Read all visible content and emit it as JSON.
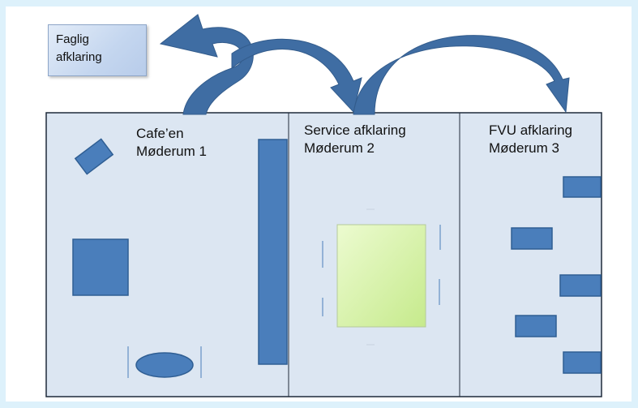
{
  "callout": {
    "line1": "Faglig",
    "line2": "afklaring"
  },
  "rooms": [
    {
      "line1": "Cafe’en",
      "line2": "Møderum 1"
    },
    {
      "line1": "Service afklaring",
      "line2": "Møderum 2"
    },
    {
      "line1": "FVU afklaring",
      "line2": "Møderum 3"
    }
  ],
  "colors": {
    "page_background": "#ddf1fb",
    "floor_fill": "#dce6f2",
    "furniture_fill": "#4a7ebb",
    "furniture_border": "#2f5e93",
    "table_fill": "#d4f0a8",
    "arrow_fill": "#3f6da3",
    "wall_stroke": "#1f2a3a"
  }
}
